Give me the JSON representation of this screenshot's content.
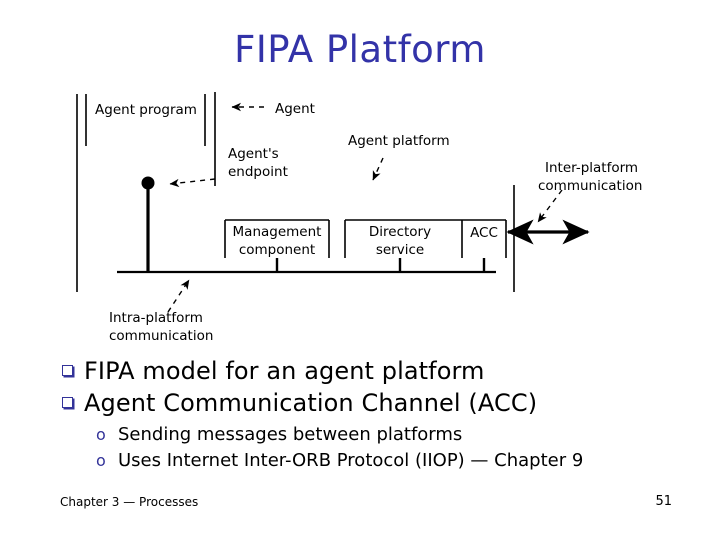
{
  "slide": {
    "title": "FIPA Platform",
    "title_color": "#3333a8",
    "page_number": "51",
    "footer": "Chapter 3 — Processes"
  },
  "diagram": {
    "name": "fipa-agent-platform-diagram",
    "boxes": [
      {
        "id": "agent-program",
        "label": "Agent program"
      },
      {
        "id": "management-component",
        "label_line1": "Management",
        "label_line2": "component"
      },
      {
        "id": "directory-service",
        "label_line1": "Directory",
        "label_line2": "service"
      },
      {
        "id": "acc",
        "label": "ACC"
      }
    ],
    "annotations": [
      {
        "id": "agent",
        "label": "Agent"
      },
      {
        "id": "agents-endpoint",
        "label_line1": "Agent's",
        "label_line2": "endpoint"
      },
      {
        "id": "agent-platform",
        "label": "Agent platform"
      },
      {
        "id": "inter-platform-communication",
        "label_line1": "Inter-platform",
        "label_line2": "communication"
      },
      {
        "id": "intra-platform-communication",
        "label_line1": "Intra-platform",
        "label_line2": "communication"
      }
    ]
  },
  "bullets": {
    "bullet_color": "#333399",
    "level1": [
      {
        "marker": "q",
        "text": "FIPA model for an agent platform"
      },
      {
        "marker": "q",
        "text": "Agent Communication Channel (ACC)"
      }
    ],
    "level2": [
      {
        "marker": "o",
        "text": "Sending messages between platforms"
      },
      {
        "marker": "o",
        "text": "Uses Internet Inter-ORB Protocol (IIOP) — Chapter 9"
      }
    ]
  }
}
